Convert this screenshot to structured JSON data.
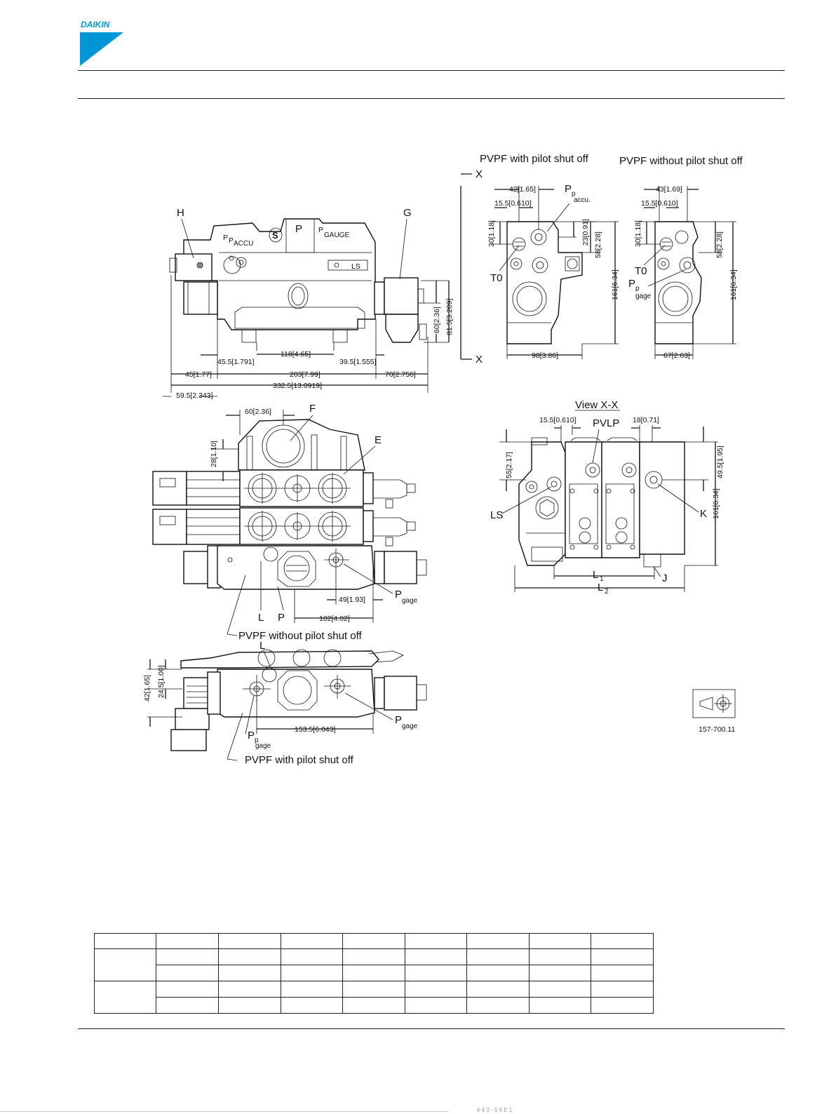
{
  "brand": {
    "logo_text": "DAIKIN",
    "colors": {
      "logo_blue": "#0096d6",
      "logo_dark": "#1a1a1a"
    }
  },
  "figure": {
    "top_left": {
      "labels": {
        "H": "H",
        "G": "G",
        "P": "P",
        "pgauge_main": "P",
        "pgauge_sub": "GAUGE",
        "ppaccu_main": "P",
        "ppaccu_sub1": "P",
        "ppaccu_sub2": "ACCU",
        "ls_box": "LS"
      },
      "dims": {
        "d_60": "60[2.36]",
        "d_815": "81.5[3.209]",
        "d_118": "118[4.65]",
        "d_455": "45.5[1.791]",
        "d_395": "39.5[1.555]",
        "d_45": "45[1.77]",
        "d_203": "203[7.99]",
        "d_70": "70[2.756]",
        "d_3325": "332.5[13.0919]",
        "d_595": "59.5[2.343]"
      }
    },
    "side_views": {
      "title_with": "PVPF with pilot shut off",
      "title_without": "PVPF without pilot shut off",
      "x_mark": "X",
      "with": {
        "d_42": "42[1.65]",
        "d_155": "15.5[0.610]",
        "pp_main": "P",
        "pp_sub1": "p",
        "pp_sub2": "accu.",
        "d_30": "30[1.18]",
        "d_23": "23[0.91]",
        "d_58": "58[2.28]",
        "d_161": "161[6.34]",
        "t0": "T0",
        "d_98": "98[3.86]"
      },
      "without": {
        "d_43": "43[1.69]",
        "d_155": "15.5[0.610]",
        "d_30": "30[1.18]",
        "d_58": "58[2.28]",
        "d_161": "161[6.34]",
        "t0": "T0",
        "pp_main": "P",
        "pp_sub1": "p",
        "pp_sub2": "gage",
        "d_67": "67[2.63]"
      }
    },
    "middle_left": {
      "labels": {
        "F": "F",
        "E": "E",
        "L": "L",
        "P": "P",
        "pgage_main": "P",
        "pgage_sub": "gage",
        "caption": "PVPF without pilot shut off"
      },
      "dims": {
        "d_60": "60[2.36]",
        "d_28": "28[1.10]",
        "d_49": "49[1.93]",
        "d_102": "102[4.02]"
      }
    },
    "view_xx": {
      "title": "View X-X",
      "labels": {
        "PVLP": "PVLP",
        "LS": "LS",
        "K": "K",
        "J": "J",
        "L1_main": "L",
        "L1_sub": "1",
        "L2_main": "L",
        "L2_sub": "2"
      },
      "dims": {
        "d_155": "15.5[0.610]",
        "d_18": "18[0.71]",
        "d_55": "55[2.17]",
        "d_195": "1.95]",
        "d_495": "49.5[1.95]",
        "d_161": "161[6.34]"
      }
    },
    "bottom_left": {
      "labels": {
        "L": "L",
        "pp_main": "P",
        "pp_sub1": "p",
        "pp_sub2": "gage",
        "pgage_main": "P",
        "pgage_sub": "gage",
        "caption": "PVPF with pilot shut off"
      },
      "dims": {
        "d_42": "42[1.65]",
        "d_245": "24.5[1.00]",
        "d_1535": "153.5[6.043]"
      }
    },
    "projection_ref": "157-700.11"
  },
  "table": {
    "header": [
      "",
      "",
      "",
      "",
      "",
      "",
      "",
      "",
      ""
    ],
    "groups": [
      {
        "label": "",
        "rows": [
          [
            "",
            "",
            "",
            "",
            "",
            "",
            "",
            ""
          ],
          [
            "",
            "",
            "",
            "",
            "",
            "",
            "",
            ""
          ]
        ]
      },
      {
        "label": "",
        "rows": [
          [
            "",
            "",
            "",
            "",
            "",
            "",
            "",
            ""
          ],
          [
            "",
            "",
            "",
            "",
            "",
            "",
            "",
            ""
          ]
        ]
      }
    ]
  },
  "footer": {
    "ref": "# 4 3 - 5 6 E 1"
  }
}
